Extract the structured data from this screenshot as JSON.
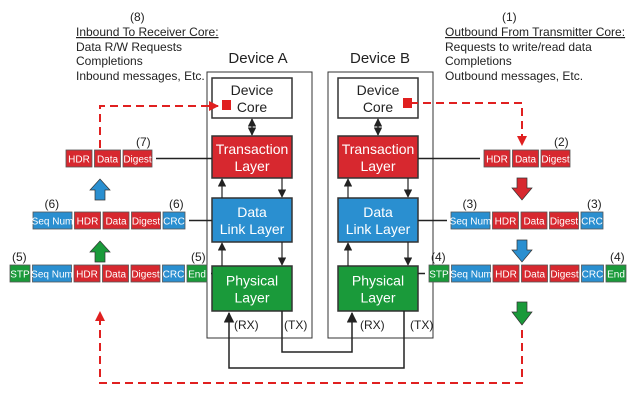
{
  "colors": {
    "red": "#d7282f",
    "blue": "#2a8fd0",
    "green": "#1a9a3a",
    "dashed": "#e02020"
  },
  "inbound": {
    "number": "(8)",
    "title": "Inbound To Receiver Core:",
    "lines": [
      "Data R/W Requests",
      "Completions",
      "Inbound messages, Etc."
    ]
  },
  "outbound": {
    "number": "(1)",
    "title": "Outbound From Transmitter Core:",
    "lines": [
      "Requests to write/read data",
      "Completions",
      "Outbound messages, Etc."
    ]
  },
  "devices": [
    {
      "name": "Device A",
      "core": [
        "Device",
        "Core"
      ],
      "transaction": [
        "Transaction",
        "Layer"
      ],
      "datalink": [
        "Data",
        "Link Layer"
      ],
      "physical": [
        "Physical",
        "Layer"
      ],
      "rx": "(RX)",
      "tx": "(TX)"
    },
    {
      "name": "Device B",
      "core": [
        "Device",
        "Core"
      ],
      "transaction": [
        "Transaction",
        "Layer"
      ],
      "datalink": [
        "Data",
        "Link Layer"
      ],
      "physical": [
        "Physical",
        "Layer"
      ],
      "rx": "(RX)",
      "tx": "(TX)"
    }
  ],
  "left_packets": [
    {
      "step_left": "",
      "step_right": "(7)",
      "fields": [
        {
          "t": "HDR",
          "c": "red"
        },
        {
          "t": "Data",
          "c": "red"
        },
        {
          "t": "Digest",
          "c": "red"
        }
      ]
    },
    {
      "step_left": "(6)",
      "step_right": "(6)",
      "fields": [
        {
          "t": "Seq Num",
          "c": "blue"
        },
        {
          "t": "HDR",
          "c": "red"
        },
        {
          "t": "Data",
          "c": "red"
        },
        {
          "t": "Digest",
          "c": "red"
        },
        {
          "t": "CRC",
          "c": "blue"
        }
      ]
    },
    {
      "step_left": "(5)",
      "step_right": "(5)",
      "fields": [
        {
          "t": "STP",
          "c": "green"
        },
        {
          "t": "Seq Num",
          "c": "blue"
        },
        {
          "t": "HDR",
          "c": "red"
        },
        {
          "t": "Data",
          "c": "red"
        },
        {
          "t": "Digest",
          "c": "red"
        },
        {
          "t": "CRC",
          "c": "blue"
        },
        {
          "t": "End",
          "c": "green"
        }
      ]
    }
  ],
  "right_packets": [
    {
      "step_left": "",
      "step_right": "(2)",
      "fields": [
        {
          "t": "HDR",
          "c": "red"
        },
        {
          "t": "Data",
          "c": "red"
        },
        {
          "t": "Digest",
          "c": "red"
        }
      ]
    },
    {
      "step_left": "(3)",
      "step_right": "(3)",
      "fields": [
        {
          "t": "Seq Num",
          "c": "blue"
        },
        {
          "t": "HDR",
          "c": "red"
        },
        {
          "t": "Data",
          "c": "red"
        },
        {
          "t": "Digest",
          "c": "red"
        },
        {
          "t": "CRC",
          "c": "blue"
        }
      ]
    },
    {
      "step_left": "(4)",
      "step_right": "(4)",
      "fields": [
        {
          "t": "STP",
          "c": "green"
        },
        {
          "t": "Seq Num",
          "c": "blue"
        },
        {
          "t": "HDR",
          "c": "red"
        },
        {
          "t": "Data",
          "c": "red"
        },
        {
          "t": "Digest",
          "c": "red"
        },
        {
          "t": "CRC",
          "c": "blue"
        },
        {
          "t": "End",
          "c": "green"
        }
      ]
    }
  ]
}
